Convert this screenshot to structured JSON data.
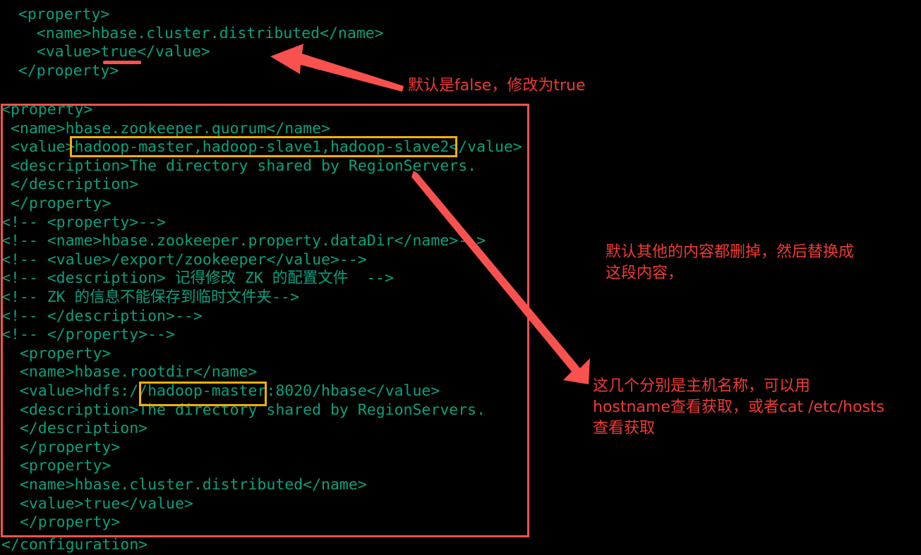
{
  "editor": {
    "background_color": "#000000",
    "code_color": "#0aa07e",
    "font": "monospace",
    "preamble_lines": [
      "  <property>",
      "    <name>hbase.cluster.distributed</name>",
      "    <value>true</value>",
      "  </property>"
    ],
    "boxed_lines": [
      "<property>",
      " <name>hbase.zookeeper.quorum</name>",
      " <value>hadoop-master,hadoop-slave1,hadoop-slave2</value>",
      " <description>The directory shared by RegionServers.",
      " </description>",
      " </property>",
      "<!-- <property>-->",
      "<!-- <name>hbase.zookeeper.property.dataDir</name>-->",
      "<!-- <value>/export/zookeeper</value>-->",
      "<!-- <description> 记得修改 ZK 的配置文件  -->",
      "<!-- ZK 的信息不能保存到临时文件夹-->",
      "<!-- </description>-->",
      "<!-- </property>-->",
      "  <property>",
      "  <name>hbase.rootdir</name>",
      "  <value>hdfs://hadoop-master:8020/hbase</value>",
      "  <description>The directory shared by RegionServers.",
      "  </description>",
      "  </property>",
      "  <property>",
      "  <name>hbase.cluster.distributed</name>",
      "  <value>true</value>",
      "  </property>"
    ],
    "trailing_line": "</configuration>"
  },
  "highlights": {
    "red_box_color": "#f9524e",
    "yellow_box_color": "#f5b000",
    "yellow_box_quorum_value": "hadoop-master,hadoop-slave1,hadoop-slave2",
    "yellow_box_rootdir_value": "hadoop-master",
    "underline_target": "true"
  },
  "annotations": {
    "color": "#f23a34",
    "top": "默认是false，修改为true",
    "middle": "默认其他的内容都删掉，然后替换成\n这段内容，",
    "bottom": "这几个分别是主机名称，可以用\nhostname查看获取，或者cat /etc/hosts\n查看获取"
  },
  "arrows": {
    "color": "#f9524e",
    "left_arrow_label": "arrow-pointing-to-true-value",
    "diagonal_arrow_label": "arrow-pointing-to-hostname-note"
  }
}
